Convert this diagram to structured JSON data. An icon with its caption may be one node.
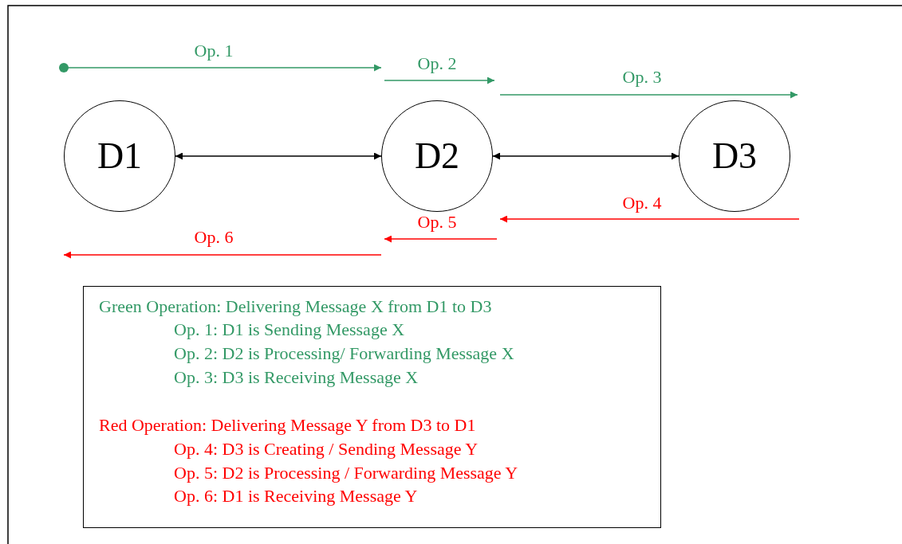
{
  "diagram": {
    "nodes": [
      {
        "text": [
          "D1"
        ]
      },
      {
        "text": [
          "D2"
        ]
      },
      {
        "text": [
          "D3"
        ]
      },
      {
        "text": [
          "Green Operation: Delivering Message X from D1 to D3",
          "Op. 1: D1 is Sending Message X",
          "Op. 2: D2 is Processing/ Forwarding Message X",
          "Op. 3: D3 is Receiving Message X",
          "Red Operation: Delivering Message Y from D3 to D1",
          "Op. 4: D3 is Creating / Sending Message Y",
          "Op. 5: D2 is Processing / Forwarding Message Y",
          "Op. 6: D1 is Receiving Message Y"
        ]
      }
    ],
    "edges": [
      {
        "from": 0,
        "to": 1,
        "arrow": "both"
      },
      {
        "from": 1,
        "to": 2,
        "arrow": "both"
      }
    ],
    "labels": [
      "Op. 1",
      "Op. 2",
      "Op. 3",
      "Op. 4",
      "Op. 5",
      "Op. 6"
    ]
  }
}
